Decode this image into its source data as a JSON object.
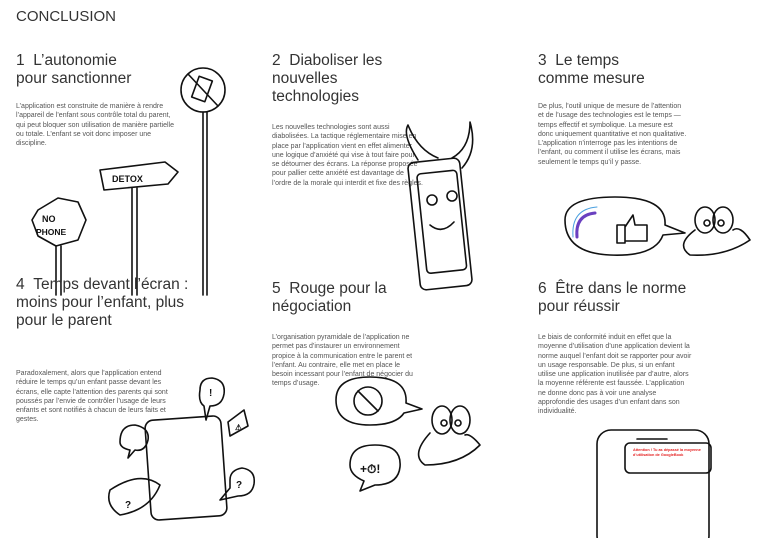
{
  "title": "CONCLUSION",
  "sections": [
    {
      "number": "1",
      "heading": "L’autonomie pour sanctionner",
      "text": "L’application est construite de manière à rendre l’appareil de l’enfant sous contrôle total du parent, qui peut bloquer son utilisation de manière partielle ou totale. L’enfant se voit donc imposer une discipline.",
      "sign1": "DETOX",
      "sign2": "NO PHONE"
    },
    {
      "number": "2",
      "heading": "Diaboliser les nouvelles technologies",
      "text": "Les nouvelles technologies sont aussi diabolisées. La tactique réglementaire mise en place par l’application vient en effet alimenter une logique d’anxiété qui vise à tout faire pour se détourner des écrans. La réponse proposée pour pallier cette anxiété est davantage de l’ordre de la morale qui interdit et fixe des règles."
    },
    {
      "number": "3",
      "heading": "Le temps comme mesure",
      "text": "De plus, l’outil unique de mesure de l’attention et de l’usage des technologies est le temps — temps effectif et symbolique. La mesure est donc uniquement quantitative et non qualitative. L’application n’interroge pas les intentions de l’enfant, ou comment il utilise les écrans, mais seulement le temps qu’il y passe."
    },
    {
      "number": "4",
      "heading": "Temps devant l’écran : moins pour l’enfant, plus pour le parent",
      "text": "Paradoxalement, alors que l’application entend réduire le temps qu’un enfant passe devant les écrans, elle capte l’attention des parents qui sont poussés par l’envie de contrôler l’usage de leurs enfants et sont notifiés à chacun de leurs faits et gestes."
    },
    {
      "number": "5",
      "heading": "Rouge pour la négociation",
      "text": "L’organisation pyramidale de l’application ne permet pas d’instaurer un environnement propice à la communication entre le parent et l’enfant. Au contraire, elle met en place le besoin incessant pour l’enfant de négocier du temps d’usage."
    },
    {
      "number": "6",
      "heading": "Être dans le norme pour réussir",
      "text": "Le biais de conformité induit en effet que la moyenne d’utilisation d’une application devient la norme auquel l’enfant doit se rapporter pour avoir un usage responsable. De plus, si un enfant utilise une application inutilisée par d’autre, alors la moyenne référente est faussée. L’application ne donne donc pas à voir une analyse approfondie des usages d’un enfant dans son individualité.",
      "alert": "Attention ! Tu as dépassé la moyenne d’utilisation de GoogleBook"
    }
  ]
}
